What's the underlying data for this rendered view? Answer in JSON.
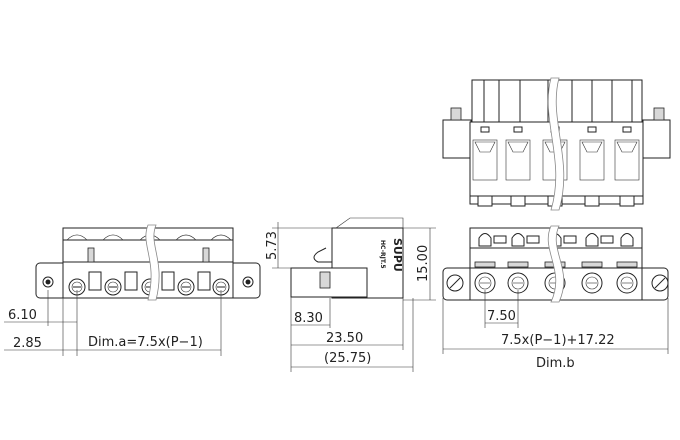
{
  "dimensions": {
    "left_view": {
      "offset_a": "6.10",
      "offset_b": "2.85",
      "dim_a": "Dim.a=7.5x(P−1)"
    },
    "side_view": {
      "height_small": "5.73",
      "height_total": "15.00",
      "depth_front": "8.30",
      "depth_body": "23.50",
      "depth_total": "(25.75)"
    },
    "right_view": {
      "pitch": "7.50",
      "dim_b_formula": "7.5x(P−1)+17.22",
      "dim_b_label": "Dim.b"
    }
  },
  "logo": {
    "brand": "SUPU",
    "model": "HC-RJT.5"
  }
}
